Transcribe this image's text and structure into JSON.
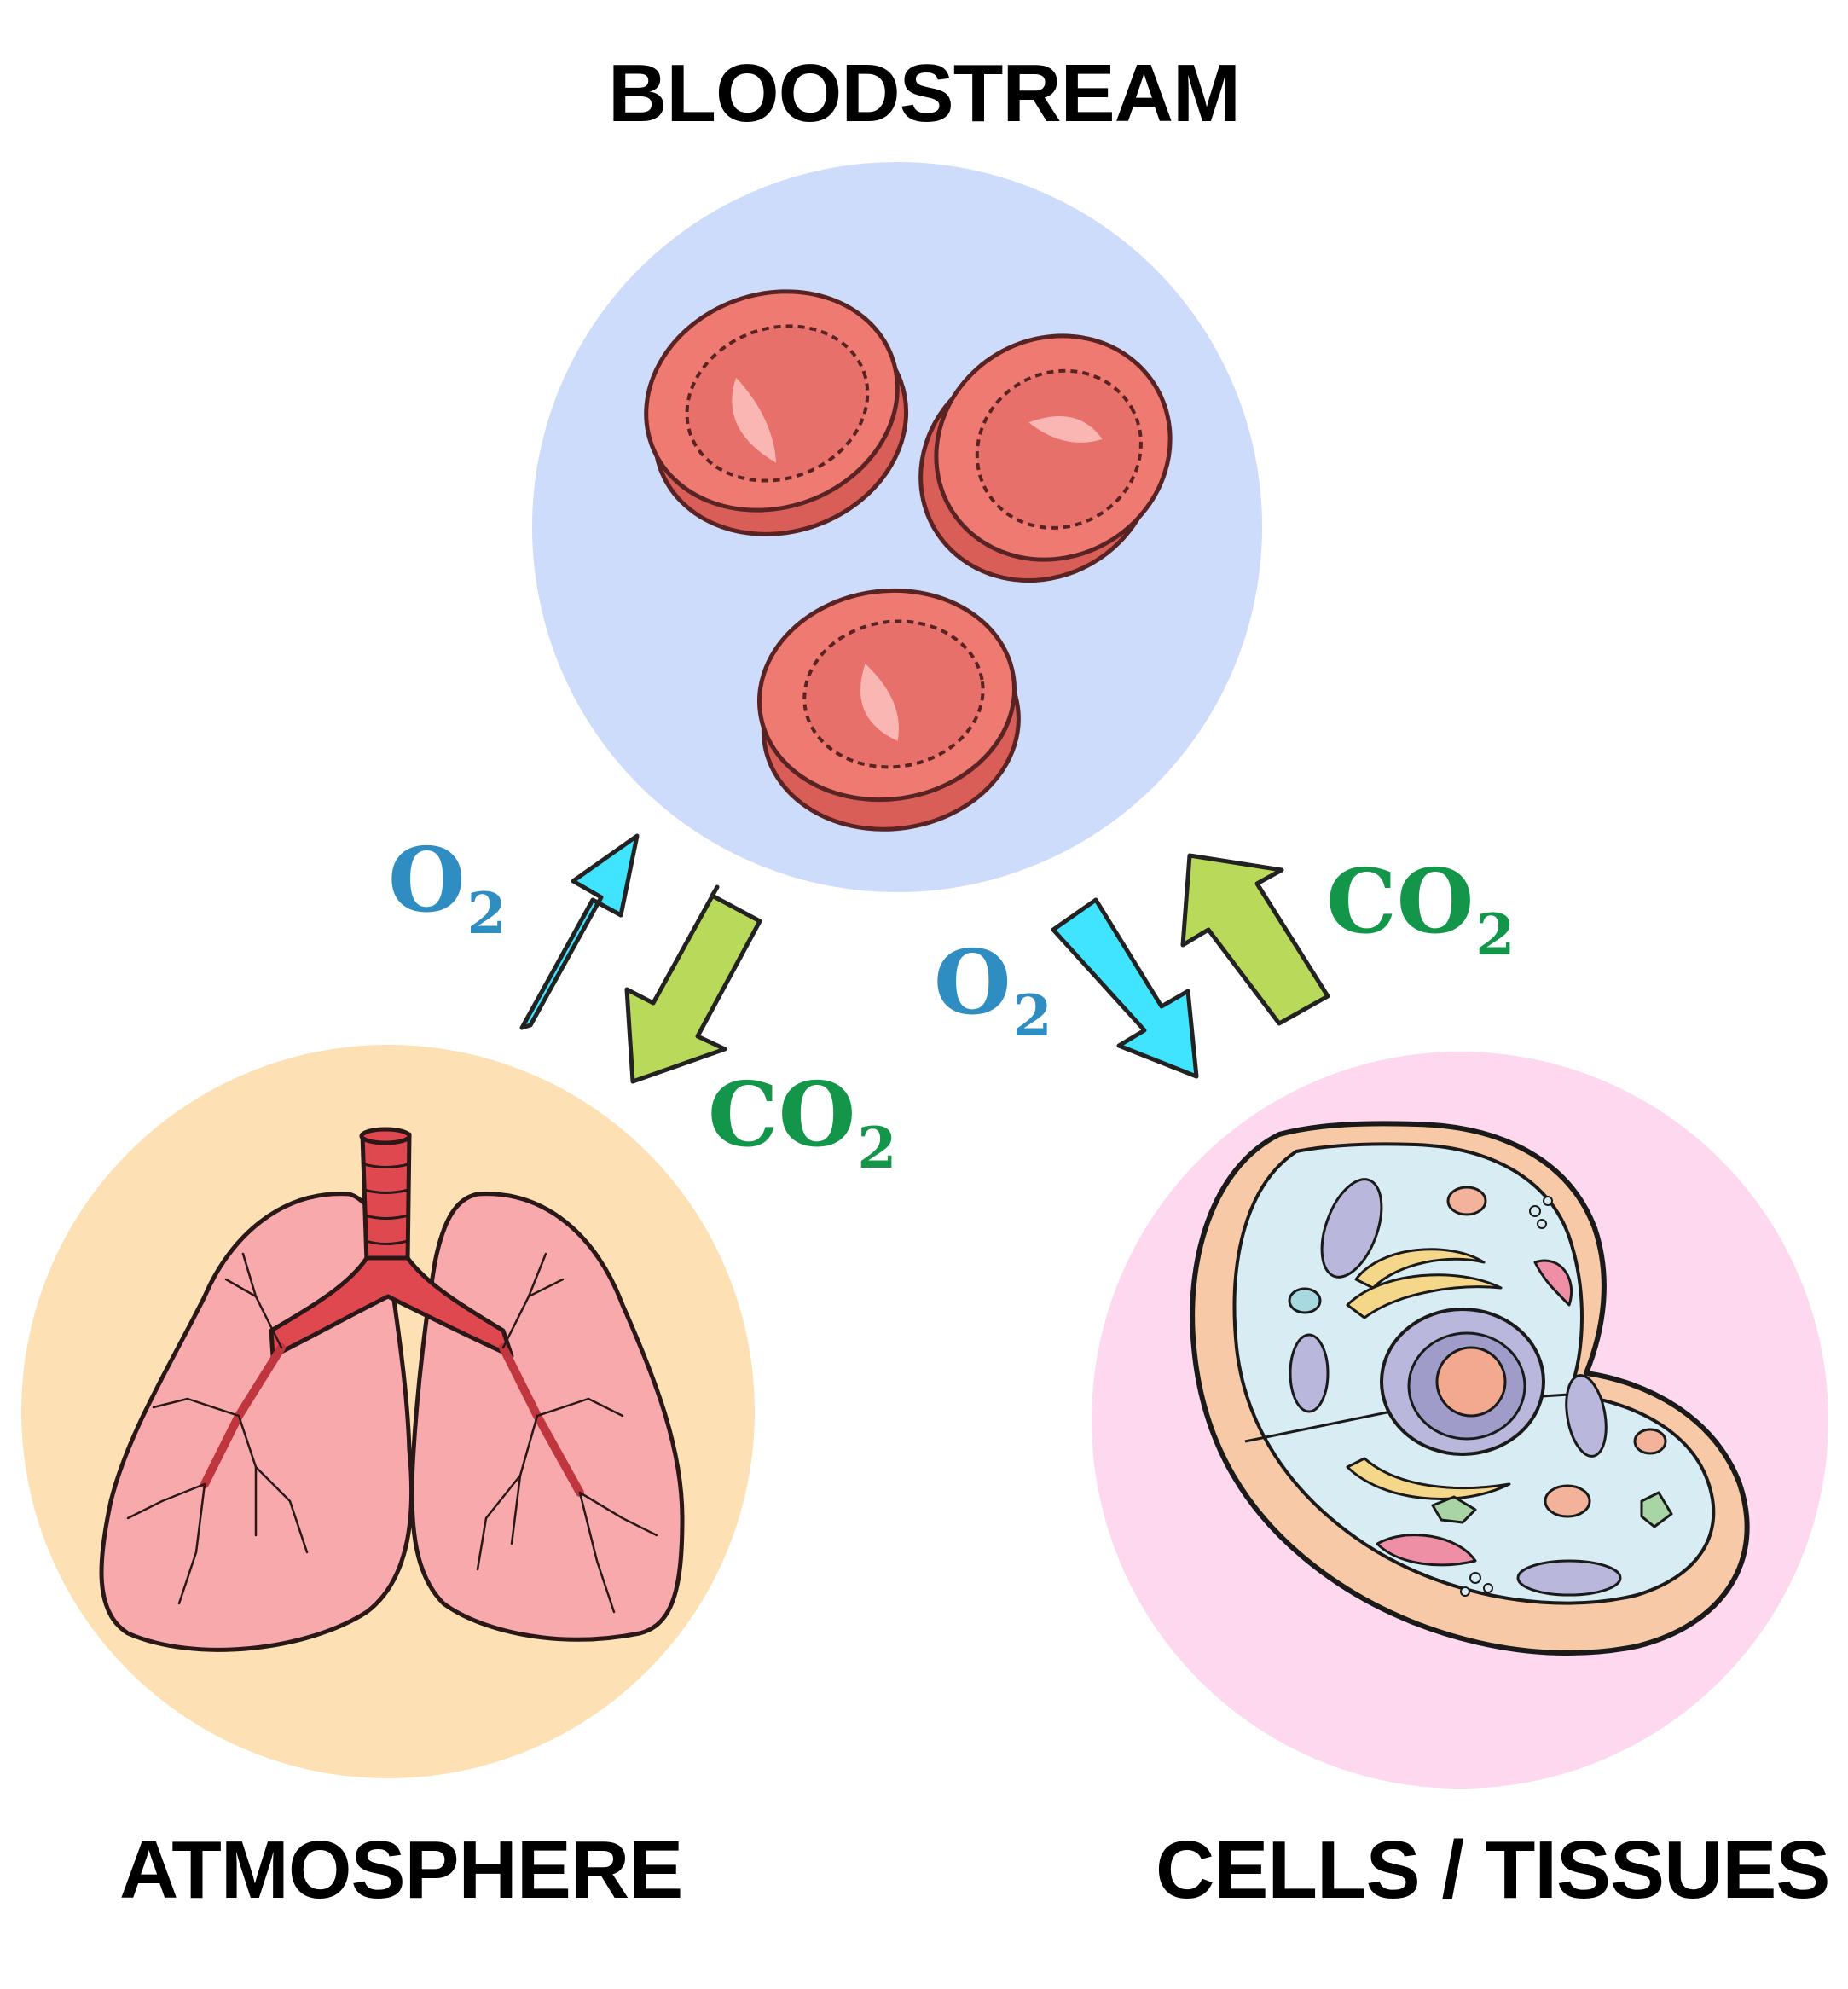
{
  "regions": {
    "bloodstream": {
      "label": "BLOODSTREAM",
      "color": "#cddcfa"
    },
    "atmosphere": {
      "label": "ATMOSPHERE",
      "color": "#fde0b4"
    },
    "cells": {
      "label": "CELLS / TISSUES",
      "color": "#fdd8ef"
    }
  },
  "gases": {
    "o2_left": {
      "main": "O",
      "sub": "2"
    },
    "co2_left": {
      "main": "CO",
      "sub": "2"
    },
    "o2_right": {
      "main": "O",
      "sub": "2"
    },
    "co2_right": {
      "main": "CO",
      "sub": "2"
    }
  },
  "colors": {
    "o2_text": "#2f8dc2",
    "co2_text": "#14964a",
    "o2_arrow": "#40e4ff",
    "co2_arrow": "#b8d95a",
    "rbc": "#ee7a72",
    "lung": "#f8a9ab",
    "trachea": "#e04850"
  },
  "icons": {
    "blood": "red-blood-cell-icon",
    "lungs": "lungs-icon",
    "cell": "animal-cell-icon"
  }
}
